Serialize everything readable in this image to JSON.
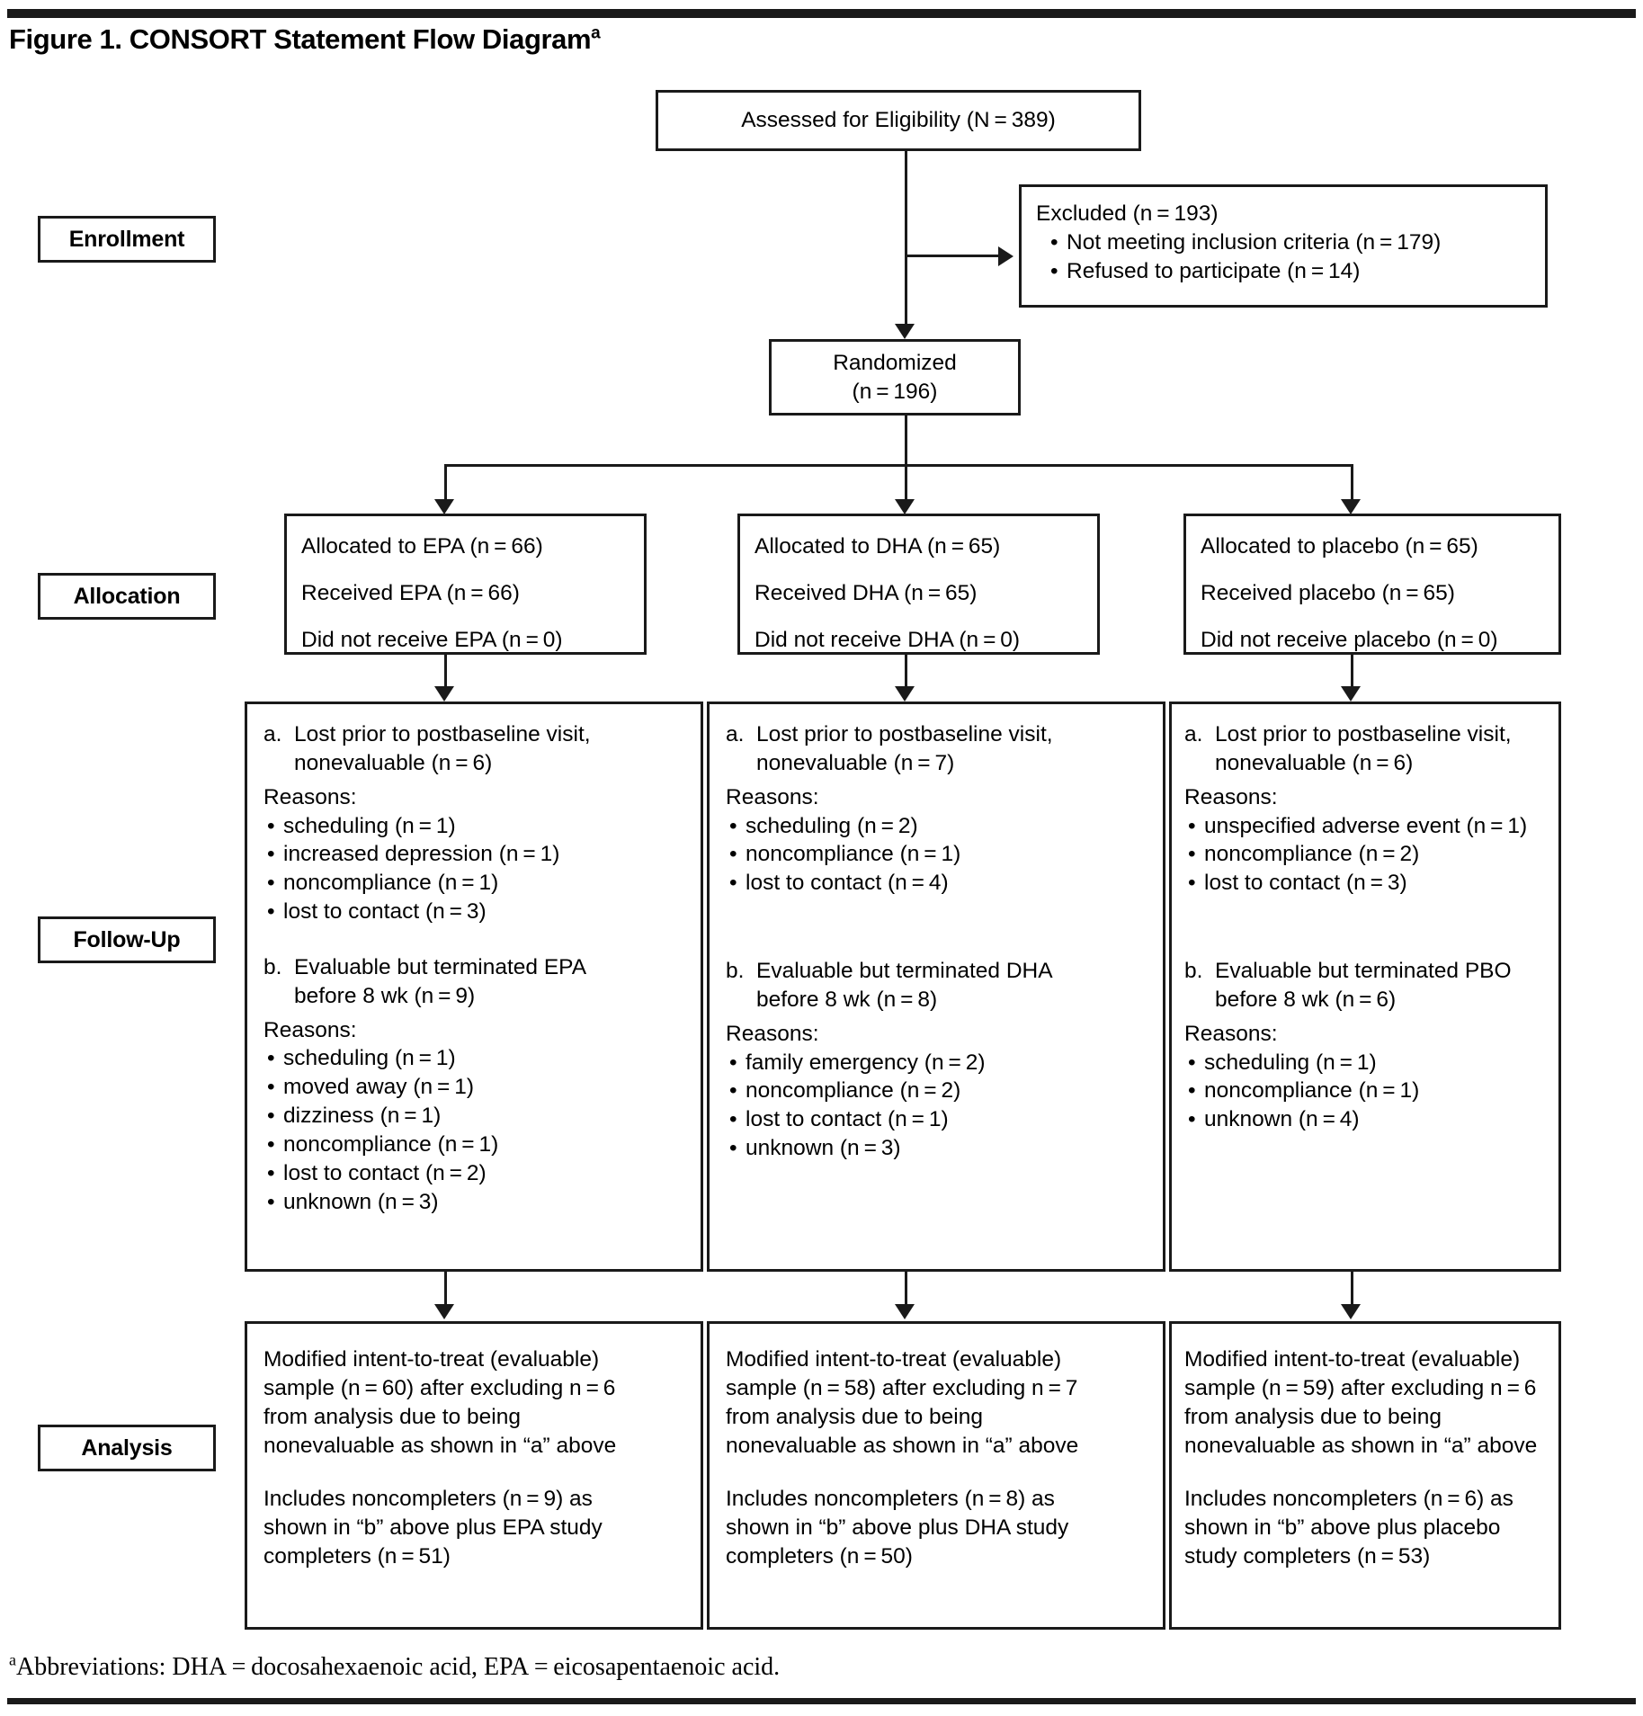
{
  "figure": {
    "title": "Figure 1. CONSORT Statement Flow Diagram",
    "title_superscript": "a",
    "footnote_marker": "a",
    "footnote": "Abbreviations: DHA = docosahexaenoic acid, EPA = eicosapentaenoic acid."
  },
  "stages": {
    "enrollment": "Enrollment",
    "allocation": "Allocation",
    "followup": "Follow-Up",
    "analysis": "Analysis"
  },
  "enrollment": {
    "assessed": "Assessed for Eligibility (N = 389)",
    "excluded_title": "Excluded (n = 193)",
    "excluded_reasons": [
      "Not meeting inclusion criteria (n = 179)",
      "Refused to participate (n = 14)"
    ],
    "randomized_line1": "Randomized",
    "randomized_line2": "(n = 196)"
  },
  "allocation": {
    "epa": {
      "allocated": "Allocated to EPA (n = 66)",
      "received": "Received EPA (n = 66)",
      "not_received": "Did not receive EPA (n = 0)"
    },
    "dha": {
      "allocated": "Allocated to DHA (n = 65)",
      "received": "Received DHA (n = 65)",
      "not_received": "Did not receive DHA (n = 0)"
    },
    "placebo": {
      "allocated": "Allocated to placebo (n = 65)",
      "received": "Received placebo (n = 65)",
      "not_received": "Did not receive placebo (n = 0)"
    }
  },
  "followup": {
    "epa": {
      "a_marker": "a.",
      "a_line1": "Lost prior to postbaseline visit,",
      "a_line2": "nonevaluable (n = 6)",
      "a_reasons_head": "Reasons:",
      "a_reasons": [
        "scheduling (n = 1)",
        "increased depression (n = 1)",
        "noncompliance (n = 1)",
        "lost to contact (n = 3)"
      ],
      "b_marker": "b.",
      "b_line1": "Evaluable but terminated EPA",
      "b_line2": "before 8 wk (n = 9)",
      "b_reasons_head": "Reasons:",
      "b_reasons": [
        "scheduling (n = 1)",
        "moved away (n = 1)",
        "dizziness (n = 1)",
        "noncompliance (n = 1)",
        "lost to contact (n = 2)",
        "unknown (n = 3)"
      ]
    },
    "dha": {
      "a_marker": "a.",
      "a_line1": "Lost prior to postbaseline visit,",
      "a_line2": "nonevaluable (n = 7)",
      "a_reasons_head": "Reasons:",
      "a_reasons": [
        "scheduling (n = 2)",
        "noncompliance (n = 1)",
        "lost to contact (n = 4)"
      ],
      "b_marker": "b.",
      "b_line1": "Evaluable but terminated DHA",
      "b_line2": "before 8 wk (n = 8)",
      "b_reasons_head": "Reasons:",
      "b_reasons": [
        "family emergency (n = 2)",
        "noncompliance (n = 2)",
        "lost to contact (n = 1)",
        "unknown (n = 3)"
      ]
    },
    "placebo": {
      "a_marker": "a.",
      "a_line1": "Lost prior to postbaseline visit,",
      "a_line2": "nonevaluable (n = 6)",
      "a_reasons_head": "Reasons:",
      "a_reasons": [
        "unspecified adverse event (n = 1)",
        "noncompliance (n = 2)",
        "lost to contact (n = 3)"
      ],
      "b_marker": "b.",
      "b_line1": "Evaluable but terminated PBO",
      "b_line2": "before 8 wk (n = 6)",
      "b_reasons_head": "Reasons:",
      "b_reasons": [
        "scheduling (n = 1)",
        "noncompliance (n = 1)",
        "unknown (n = 4)"
      ]
    }
  },
  "analysis": {
    "epa": {
      "p1_l1": "Modified intent-to-treat (evaluable)",
      "p1_l2": "sample (n = 60) after excluding n = 6",
      "p1_l3": "from analysis due to being",
      "p1_l4": "nonevaluable as shown in “a” above",
      "p2_l1": "Includes noncompleters (n = 9) as",
      "p2_l2": "shown in “b” above plus EPA study",
      "p2_l3": "completers (n = 51)"
    },
    "dha": {
      "p1_l1": "Modified intent-to-treat (evaluable)",
      "p1_l2": "sample (n = 58) after excluding n = 7",
      "p1_l3": "from analysis due to being",
      "p1_l4": "nonevaluable as shown in “a” above",
      "p2_l1": "Includes noncompleters (n = 8) as",
      "p2_l2": "shown in “b” above plus DHA study",
      "p2_l3": "completers (n = 50)"
    },
    "placebo": {
      "p1_l1": "Modified intent-to-treat (evaluable)",
      "p1_l2": "sample (n = 59) after excluding n = 6",
      "p1_l3": "from analysis due to being",
      "p1_l4": "nonevaluable as shown in “a” above",
      "p2_l1": "Includes noncompleters (n = 6) as",
      "p2_l2": "shown in “b” above plus placebo",
      "p2_l3": "study completers (n = 53)"
    }
  },
  "colors": {
    "ink": "#1a1a1a",
    "paper": "#ffffff"
  }
}
